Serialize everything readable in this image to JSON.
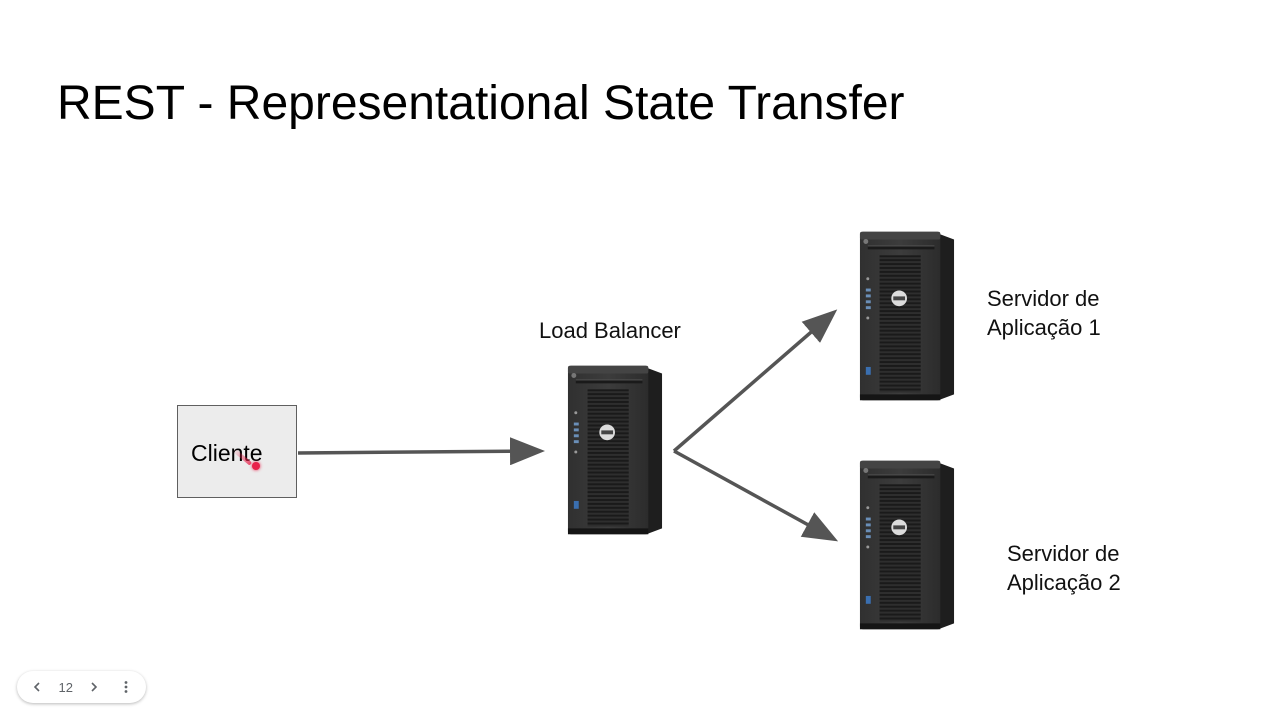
{
  "slide": {
    "title": "REST - Representational State Transfer"
  },
  "diagram": {
    "client": {
      "label": "Cliente"
    },
    "load_balancer": {
      "label": "Load Balancer"
    },
    "server_1": {
      "label_line1": "Servidor de",
      "label_line2": "Aplicação 1"
    },
    "server_2": {
      "label_line1": "Servidor de",
      "label_line2": "Aplicação 2"
    }
  },
  "navigation": {
    "page_number": "12",
    "icons": {
      "prev": "chevron-left-icon",
      "next": "chevron-right-icon",
      "more": "more-vert-icon"
    }
  },
  "colors": {
    "arrow": "#555555",
    "client_fill": "#ececec",
    "laser": "#e8204a",
    "server_body": "#2a2a2a"
  }
}
